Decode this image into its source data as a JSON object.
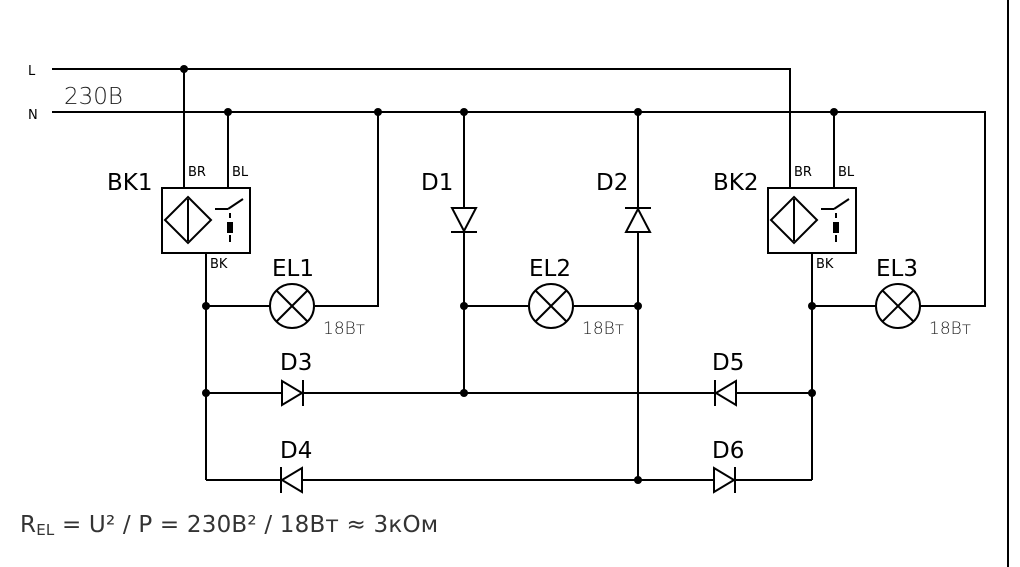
{
  "rails": {
    "line": "L",
    "neutral": "N",
    "voltage": "230В"
  },
  "sensors": [
    {
      "name": "BK1",
      "pin_br": "BR",
      "pin_bl": "BL",
      "pin_bk": "BK"
    },
    {
      "name": "BK2",
      "pin_br": "BR",
      "pin_bl": "BL",
      "pin_bk": "BK"
    }
  ],
  "lamps": [
    {
      "name": "EL1",
      "power": "18Вт"
    },
    {
      "name": "EL2",
      "power": "18Вт"
    },
    {
      "name": "EL3",
      "power": "18Вт"
    }
  ],
  "diodes": [
    "D1",
    "D2",
    "D3",
    "D4",
    "D5",
    "D6"
  ],
  "formula": {
    "r": "R",
    "r_sub": "EL",
    "rest": " = U² / P = 230В² / 18Вт ≈ 3кОм"
  }
}
